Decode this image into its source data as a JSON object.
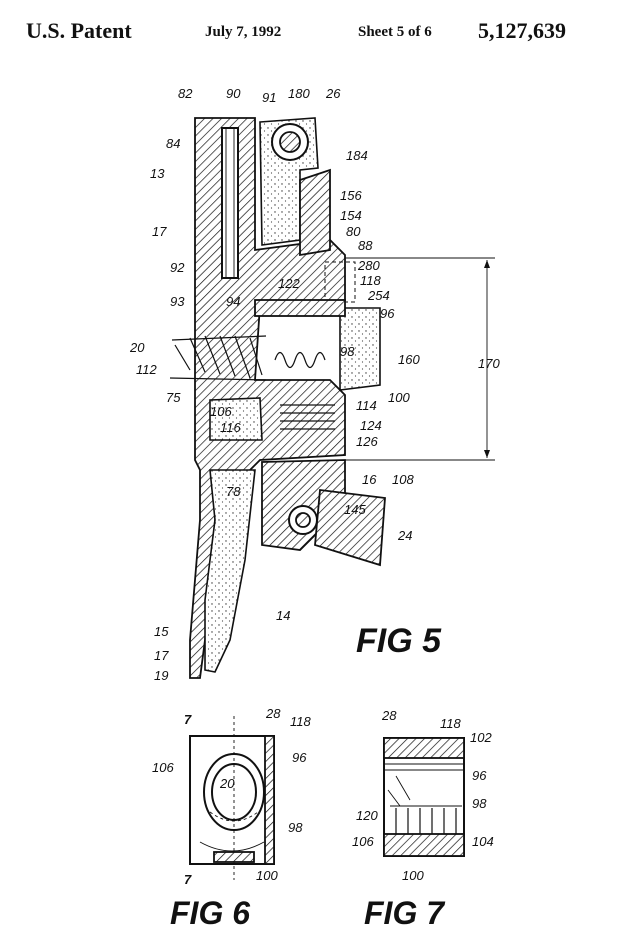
{
  "header": {
    "left": "U.S. Patent",
    "date": "July 7, 1992",
    "sheet": "Sheet 5 of 6",
    "number": "5,127,639"
  },
  "figures": {
    "fig5": {
      "title": "FIG 5",
      "refs": [
        "82",
        "90",
        "91",
        "180",
        "26",
        "84",
        "184",
        "13",
        "156",
        "154",
        "80",
        "88",
        "17",
        "280",
        "92",
        "122",
        "118",
        "254",
        "93",
        "94",
        "96",
        "20",
        "112",
        "98",
        "160",
        "170",
        "75",
        "106",
        "100",
        "114",
        "116",
        "124",
        "126",
        "16",
        "108",
        "78",
        "145",
        "24",
        "14",
        "15",
        "17",
        "19"
      ]
    },
    "fig6": {
      "title": "FIG 6",
      "refs": [
        "7",
        "28",
        "118",
        "106",
        "96",
        "20",
        "98",
        "7",
        "100"
      ]
    },
    "fig7": {
      "title": "FIG 7",
      "refs": [
        "28",
        "118",
        "102",
        "96",
        "120",
        "98",
        "106",
        "104",
        "100"
      ]
    }
  }
}
